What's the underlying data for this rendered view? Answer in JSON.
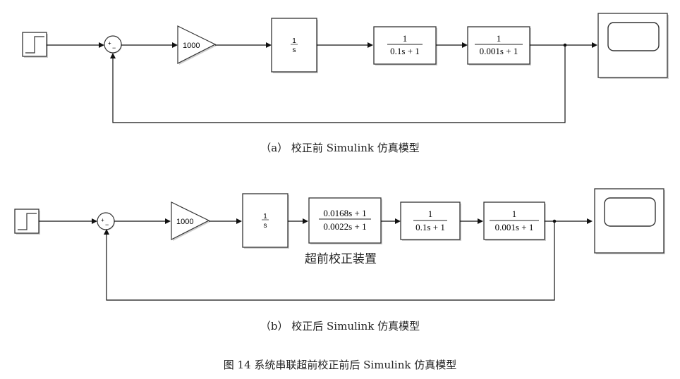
{
  "diagram_a": {
    "gain": "1000",
    "integrator": {
      "num": "1",
      "den": "s"
    },
    "tf1": {
      "num": "1",
      "den": "0.1s + 1"
    },
    "tf2": {
      "num": "1",
      "den": "0.001s + 1"
    },
    "sum_signs": {
      "plus": "+",
      "minus": "−"
    },
    "caption": "（a）  校正前 Simulink 仿真模型"
  },
  "diagram_b": {
    "gain": "1000",
    "integrator": {
      "num": "1",
      "den": "s"
    },
    "lead": {
      "num": "0.0168s + 1",
      "den": "0.0022s + 1"
    },
    "lead_label": "超前校正装置",
    "tf1": {
      "num": "1",
      "den": "0.1s + 1"
    },
    "tf2": {
      "num": "1",
      "den": "0.001s + 1"
    },
    "sum_signs": {
      "plus": "+",
      "minus": "−"
    },
    "caption": "（b）  校正后 Simulink 仿真模型"
  },
  "figure_caption": "图 14  系统串联超前校正前后 Simulink 仿真模型"
}
